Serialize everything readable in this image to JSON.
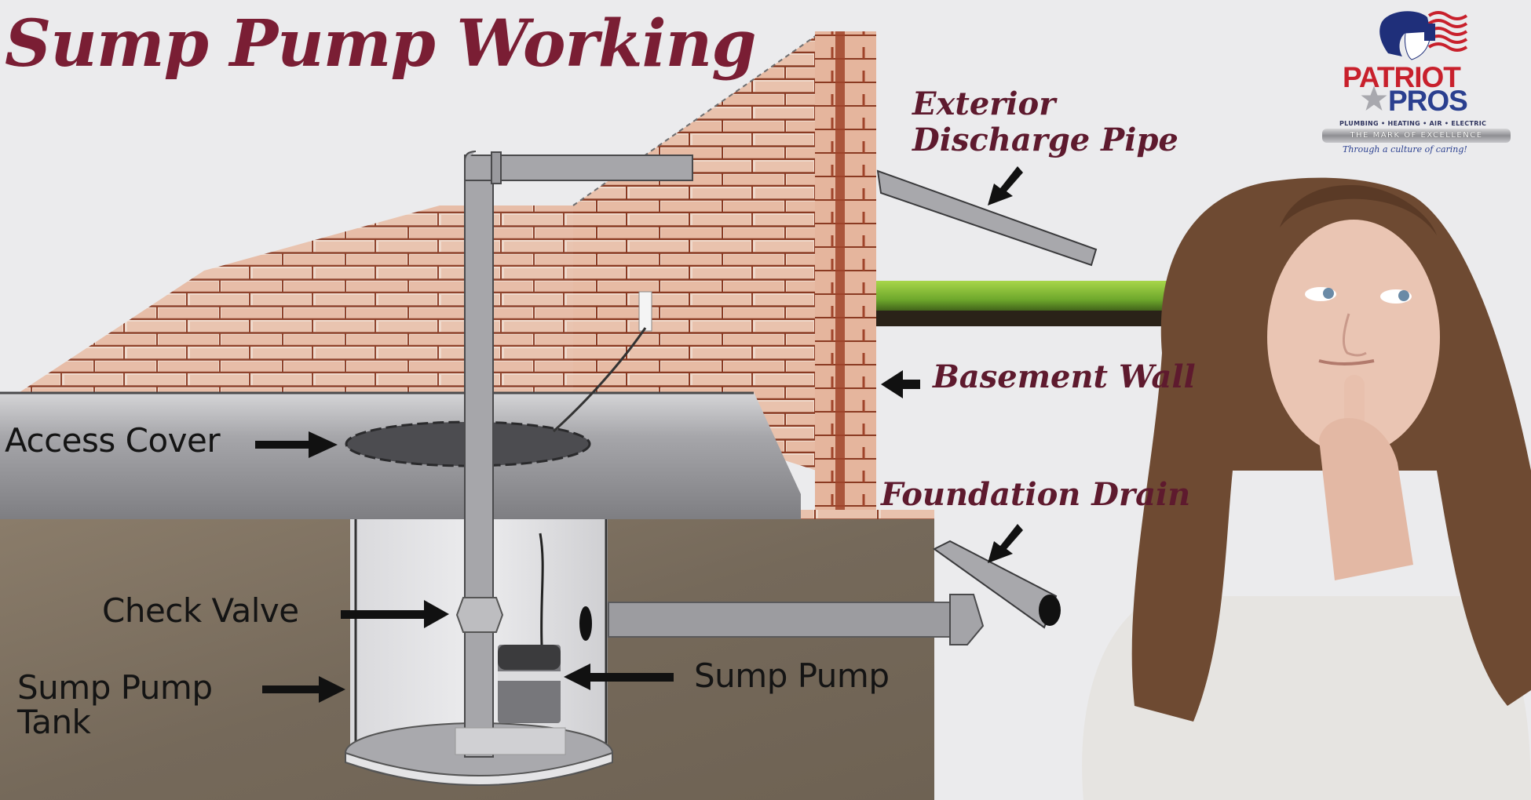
{
  "title": "Sump Pump Working",
  "labels": {
    "exterior_discharge_pipe": [
      "Exterior",
      "Discharge Pipe"
    ],
    "basement_wall": "Basement Wall",
    "foundation_drain": "Foundation Drain",
    "access_cover": "Access Cover",
    "check_valve": "Check Valve",
    "sump_pump_tank": [
      "Sump Pump",
      "Tank"
    ],
    "sump_pump": "Sump Pump"
  },
  "logo": {
    "brand_line1": "PATRIOT",
    "brand_line2": "PROS",
    "services": "PLUMBING • HEATING • AIR • ELECTRIC",
    "slogan": "THE MARK OF EXCELLENCE",
    "tagline": "Through a culture of caring!"
  },
  "colors": {
    "background": "#ebebed",
    "title": "#7a1e34",
    "label_serif": "#5e1a2e",
    "label_sans": "#141414",
    "brick": "#c98a6e",
    "mortar": "#8a3a22",
    "floor_slab": "#8c8c90",
    "soil": "#7d6f5f",
    "pipe": "#a8a8ac",
    "grass": "#8cc43c",
    "logo_red": "#c8202c",
    "logo_blue": "#2a3f8f"
  }
}
